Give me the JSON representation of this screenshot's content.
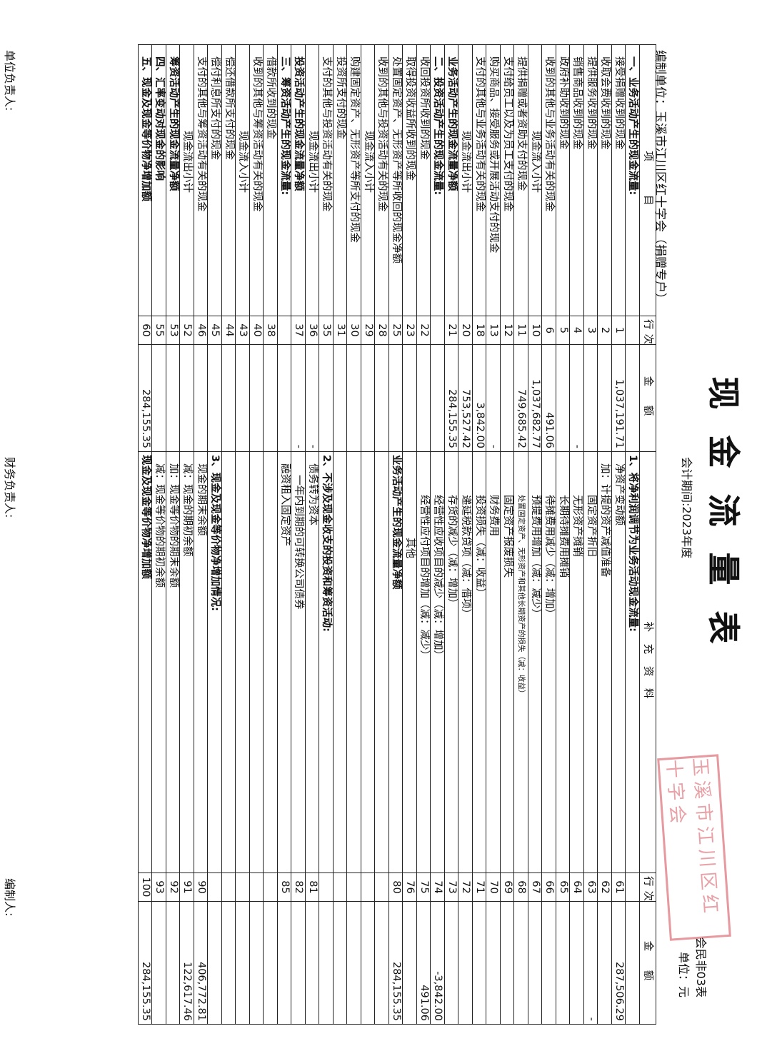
{
  "title": "现金流量表",
  "period": "会计期间:2023年度",
  "org": "编制单位：玉溪市江川区红十字会（捐赠专户）",
  "form_no": "会民非03表",
  "unit": "单位：元",
  "stamp_text": "玉溪市江川区红十字会",
  "headers": {
    "item": "项　　目",
    "no": "行次",
    "amount": "金　额",
    "supp_item": "补 充 资 料",
    "supp_no": "行次",
    "supp_amount": "金　额"
  },
  "rows": [
    {
      "item": "一、业务活动产生的现金流量:",
      "no": "",
      "amt": "",
      "s_item": "1、将净利润调节为业务活动现金流量:",
      "s_no": "",
      "s_amt": ""
    },
    {
      "item": "接受捐赠收到的现金",
      "no": "1",
      "amt": "1,037,191.71",
      "s_item": "净资产变动额",
      "s_no": "61",
      "s_amt": "287,506.29"
    },
    {
      "item": "收取会费收到的现金",
      "no": "2",
      "amt": "",
      "s_item": "加：计提的资产减值准备",
      "s_no": "62",
      "s_amt": ""
    },
    {
      "item": "提供服务收到的现金",
      "no": "3",
      "amt": "",
      "s_item": "固定资产折旧",
      "s_no": "63",
      "s_amt": "-"
    },
    {
      "item": "销售商品收到的现金",
      "no": "4",
      "amt": "-",
      "s_item": "无形资产摊销",
      "s_no": "64",
      "s_amt": ""
    },
    {
      "item": "政府补助收到的现金",
      "no": "5",
      "amt": "",
      "s_item": "长期待摊费用摊销",
      "s_no": "65",
      "s_amt": ""
    },
    {
      "item": "收到的其他与业务活动有关的现金",
      "no": "6",
      "amt": "491.06",
      "s_item": "待摊费用减少（减：增加）",
      "s_no": "66",
      "s_amt": ""
    },
    {
      "item": "现金流入小计",
      "no": "10",
      "amt": "1,037,682.77",
      "s_item": "预提费用增加（减：减少）",
      "s_no": "67",
      "s_amt": ""
    },
    {
      "item": "提供捐赠或者资助支付的现金",
      "no": "11",
      "amt": "749,685.42",
      "s_item": "处置固定资产、无形资产和其他长期资产的损失（减：收益）",
      "s_no": "68",
      "s_amt": ""
    },
    {
      "item": "支付给员工以及为员工支付的现金",
      "no": "12",
      "amt": "",
      "s_item": "固定资产报废损失",
      "s_no": "69",
      "s_amt": ""
    },
    {
      "item": "购买商品、接受服务或开展活动支付的现金",
      "no": "13",
      "amt": "-",
      "s_item": "财务费用",
      "s_no": "70",
      "s_amt": ""
    },
    {
      "item": "支付的其他与业务活动有关的现金",
      "no": "18",
      "amt": "3,842.00",
      "s_item": "投资损失（减：收益）",
      "s_no": "71",
      "s_amt": ""
    },
    {
      "item": "现金流出小计",
      "no": "20",
      "amt": "753,527.42",
      "s_item": "递延税款贷项（减：借项）",
      "s_no": "72",
      "s_amt": ""
    },
    {
      "item": "业务活动产生的现金流量净额",
      "no": "21",
      "amt": "284,155.35",
      "s_item": "存货的减少（减：增加）",
      "s_no": "73",
      "s_amt": ""
    },
    {
      "item": "二、投资活动产生的现金流量:",
      "no": "",
      "amt": "",
      "s_item": "经营性应收项目的减少（减：增加）",
      "s_no": "74",
      "s_amt": "-3,842.00"
    },
    {
      "item": "收回投资所收到的现金",
      "no": "22",
      "amt": "",
      "s_item": "经营性应付项目的增加（减：减少）",
      "s_no": "75",
      "s_amt": "491.06"
    },
    {
      "item": "取得投资收益所收到的现金",
      "no": "23",
      "amt": "",
      "s_item": "其他",
      "s_no": "76",
      "s_amt": ""
    },
    {
      "item": "处置固定资产、无形资产等所收回的现金净额",
      "no": "25",
      "amt": "",
      "s_item": "业务活动产生的现金流量净额",
      "s_no": "80",
      "s_amt": "284,155.35"
    },
    {
      "item": "收到的其他与投资活动有关的现金",
      "no": "28",
      "amt": "",
      "s_item": "",
      "s_no": "",
      "s_amt": ""
    },
    {
      "item": "现金流入小计",
      "no": "29",
      "amt": "",
      "s_item": "",
      "s_no": "",
      "s_amt": ""
    },
    {
      "item": "购建固定资产、无形资产等所支付的现金",
      "no": "30",
      "amt": "",
      "s_item": "",
      "s_no": "",
      "s_amt": ""
    },
    {
      "item": "投资所支付的现金",
      "no": "31",
      "amt": "",
      "s_item": "",
      "s_no": "",
      "s_amt": ""
    },
    {
      "item": "支付的其他与投资活动有关的现金",
      "no": "35",
      "amt": "",
      "s_item": "2、不涉及现金收支的投资和筹资活动:",
      "s_no": "",
      "s_amt": ""
    },
    {
      "item": "现金流出小计",
      "no": "36",
      "amt": "-",
      "s_item": "债务转为资本",
      "s_no": "81",
      "s_amt": ""
    },
    {
      "item": "投资活动产生的现金流量净额",
      "no": "37",
      "amt": "-",
      "s_item": "一年内到期的可转换公司债券",
      "s_no": "82",
      "s_amt": ""
    },
    {
      "item": "三、筹资活动产生的现金流量:",
      "no": "",
      "amt": "",
      "s_item": "融资租入固定资产",
      "s_no": "85",
      "s_amt": ""
    },
    {
      "item": "借款所收到的现金",
      "no": "38",
      "amt": "",
      "s_item": "",
      "s_no": "",
      "s_amt": ""
    },
    {
      "item": "收到的其他与筹资活动有关的现金",
      "no": "40",
      "amt": "",
      "s_item": "",
      "s_no": "",
      "s_amt": ""
    },
    {
      "item": "现金流入小计",
      "no": "43",
      "amt": "",
      "s_item": "",
      "s_no": "",
      "s_amt": ""
    },
    {
      "item": "偿还借款所支付的现金",
      "no": "44",
      "amt": "",
      "s_item": "",
      "s_no": "",
      "s_amt": ""
    },
    {
      "item": "偿付利息所支付的现金",
      "no": "45",
      "amt": "",
      "s_item": "3、现金及现金等价物净增加情况:",
      "s_no": "",
      "s_amt": ""
    },
    {
      "item": "支付的其他与筹资活动有关的现金",
      "no": "46",
      "amt": "",
      "s_item": "现金的期末余额",
      "s_no": "90",
      "s_amt": "406,772.81"
    },
    {
      "item": "现金流出小计",
      "no": "52",
      "amt": "",
      "s_item": "减：现金的期初余额",
      "s_no": "91",
      "s_amt": "122,617.46"
    },
    {
      "item": "筹资活动产生的现金流量净额",
      "no": "53",
      "amt": "",
      "s_item": "加：现金等价物的期末余额",
      "s_no": "92",
      "s_amt": ""
    },
    {
      "item": "四、汇率变动对现金的影响",
      "no": "55",
      "amt": "",
      "s_item": "减：现金等价物的期初余额",
      "s_no": "93",
      "s_amt": ""
    },
    {
      "item": "五、现金及现金等价物净增加额",
      "no": "60",
      "amt": "284,155.35",
      "s_item": "现金及现金等价物净增加额",
      "s_no": "100",
      "s_amt": "284,155.35"
    }
  ],
  "footer": {
    "unit_head": "单位负责人:",
    "finance_head": "财务负责人:",
    "preparer": "编制人:"
  }
}
